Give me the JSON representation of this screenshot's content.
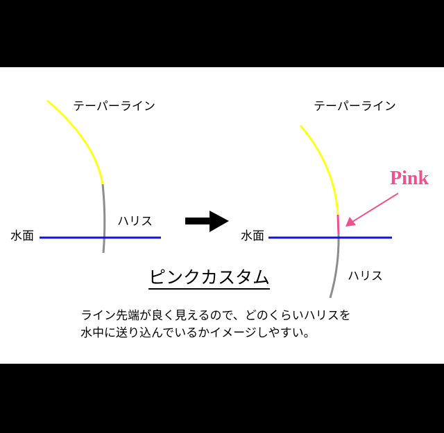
{
  "left": {
    "taper_label": "テーパーライン",
    "harisu_label": "ハリス",
    "water_label": "水面"
  },
  "right": {
    "taper_label": "テーパーライン",
    "harisu_label": "ハリス",
    "water_label": "水面",
    "pink_label": "Pink"
  },
  "title": "ピンクカスタム",
  "description": [
    "ライン先端が良く見えるので、どのくらいハリスを",
    "水中に送り込んでいるかイメージしやすい。"
  ],
  "colors": {
    "background": "#000000",
    "panel": "#ffffff",
    "taper_line": "#ffff1a",
    "harisu_line": "#8c8c8c",
    "water_line": "#1010e0",
    "pink_tip": "#f2508c",
    "arrow": "#000000"
  }
}
